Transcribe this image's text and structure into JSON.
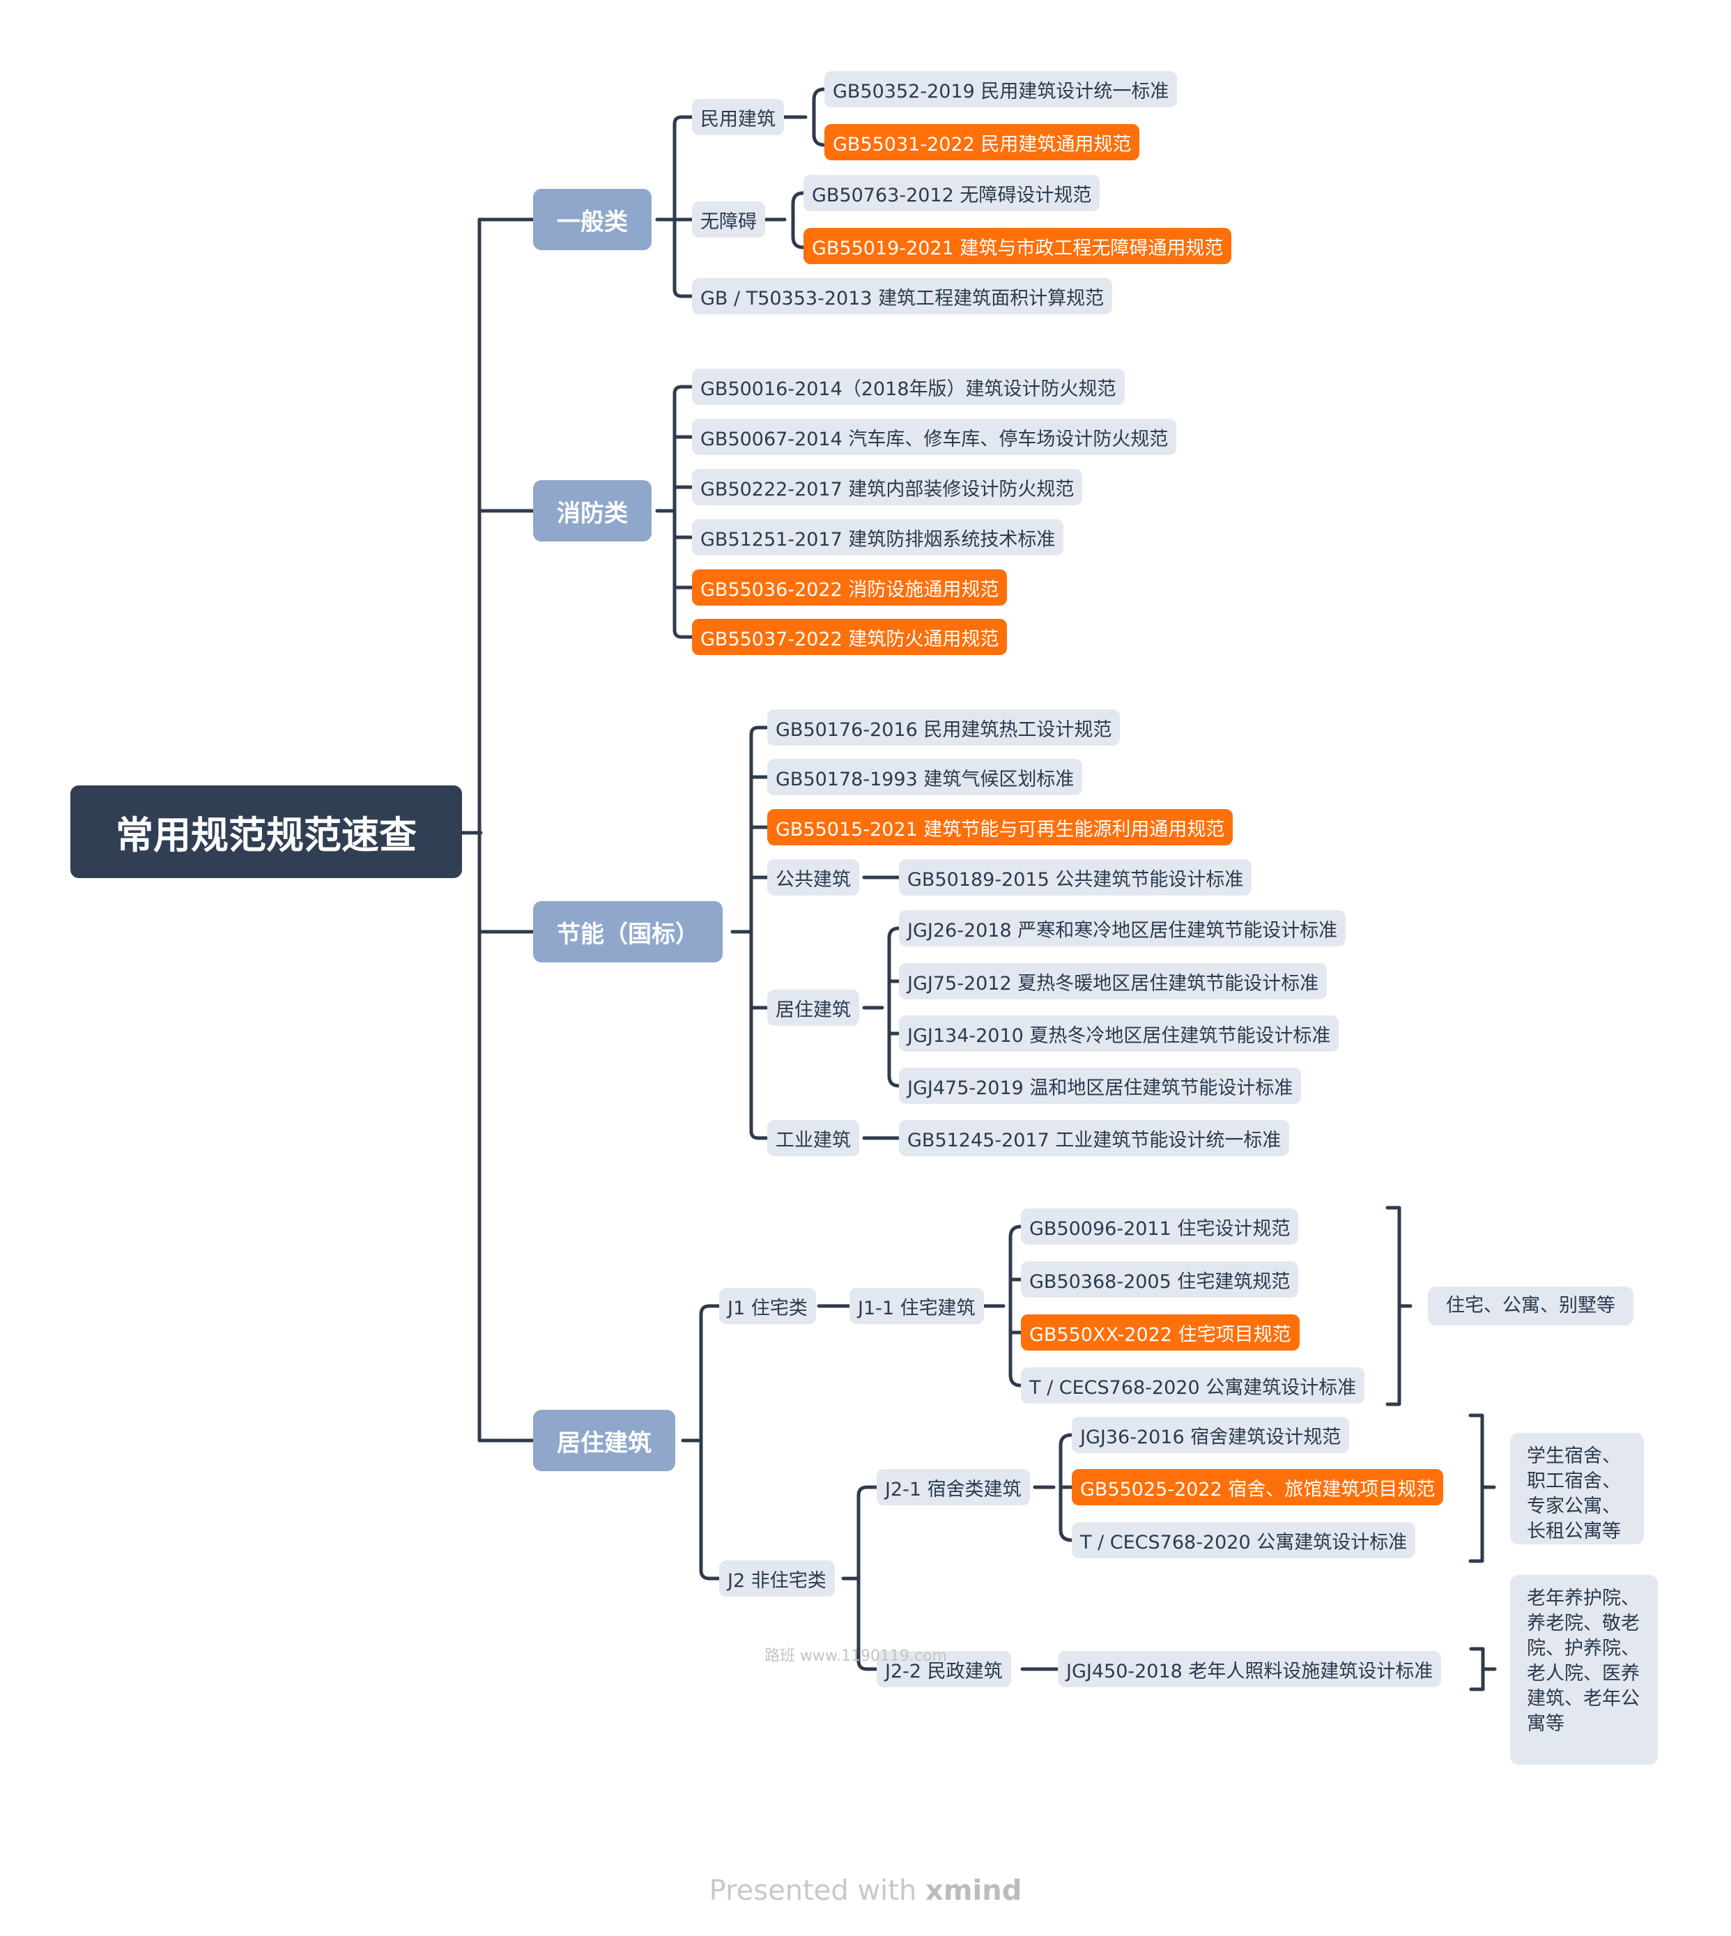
{
  "root": {
    "title": "常用规范规范速查"
  },
  "general": {
    "label": "一般类",
    "civil": {
      "label": "民用建筑",
      "items": [
        "GB50352-2019 民用建筑设计统一标准",
        "GB55031-2022 民用建筑通用规范"
      ]
    },
    "barrier_free": {
      "label": "无障碍",
      "items": [
        "GB50763-2012 无障碍设计规范",
        "GB55019-2021 建筑与市政工程无障碍通用规范"
      ]
    },
    "area_calc": "GB / T50353-2013 建筑工程建筑面积计算规范"
  },
  "fire": {
    "label": "消防类",
    "items": [
      "GB50016-2014（2018年版）建筑设计防火规范",
      "GB50067-2014 汽车库、修车库、停车场设计防火规范",
      "GB50222-2017 建筑内部装修设计防火规范",
      "GB51251-2017 建筑防排烟系统技术标准",
      "GB55036-2022 消防设施通用规范",
      "GB55037-2022 建筑防火通用规范"
    ]
  },
  "energy": {
    "label": "节能（国标）",
    "items": [
      "GB50176-2016 民用建筑热工设计规范",
      "GB50178-1993 建筑气候区划标准",
      "GB55015-2021 建筑节能与可再生能源利用通用规范"
    ],
    "public": {
      "label": "公共建筑",
      "item": "GB50189-2015 公共建筑节能设计标准"
    },
    "residential": {
      "label": "居住建筑",
      "items": [
        "JGJ26-2018 严寒和寒冷地区居住建筑节能设计标准",
        "JGJ75-2012 夏热冬暖地区居住建筑节能设计标准",
        "JGJ134-2010 夏热冬冷地区居住建筑节能设计标准",
        "JGJ475-2019 温和地区居住建筑节能设计标准"
      ]
    },
    "industrial": {
      "label": "工业建筑",
      "item": "GB51245-2017 工业建筑节能设计统一标准"
    }
  },
  "housing": {
    "label": "居住建筑",
    "j1": {
      "label": "J1 住宅类",
      "j11": {
        "label": "J1-1 住宅建筑",
        "items": [
          "GB50096-2011 住宅设计规范",
          "GB50368-2005 住宅建筑规范",
          "GB550XX-2022 住宅项目规范",
          "T / CECS768-2020 公寓建筑设计标准"
        ],
        "note": "住宅、公寓、别墅等"
      }
    },
    "j2": {
      "label": "J2 非住宅类",
      "j21": {
        "label": "J2-1 宿舍类建筑",
        "items": [
          "JGJ36-2016 宿舍建筑设计规范",
          "GB55025-2022 宿舍、旅馆建筑项目规范",
          "T / CECS768-2020 公寓建筑设计标准"
        ],
        "note": "学生宿舍、职工宿舍、专家公寓、长租公寓等"
      },
      "j22": {
        "label": "J2-2 民政建筑",
        "item": "JGJ450-2018 老年人照料设施建筑设计标准",
        "note": "老年养护院、养老院、敬老院、护养院、老人院、医养建筑、老年公寓等"
      }
    }
  },
  "watermark": "路班 www.1190119.com",
  "footer": {
    "prefix": "Presented with ",
    "brand": "xmind"
  },
  "colors": {
    "highlight": "#ff6f0a",
    "root": "#313f54",
    "category": "#8fa7cb",
    "leaf": "#e3e8f0",
    "line": "#2f3b4d"
  }
}
